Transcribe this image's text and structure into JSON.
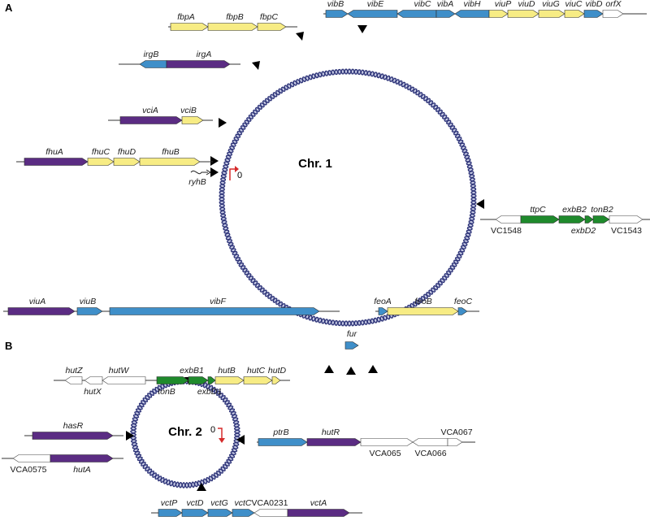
{
  "colors": {
    "purple": "#5b2c83",
    "blue": "#3f8fc9",
    "yellow": "#f7ec84",
    "green": "#1f8a2c",
    "white": "#ffffff",
    "outline": "#444444",
    "dna_dark": "#2e3478",
    "dna_light": "#c9cde6",
    "origin_arrow": "#d52b2b",
    "marker": "#000000"
  },
  "panels": {
    "a": "A",
    "b": "B"
  },
  "chromosomes": {
    "chr1": {
      "label": "Chr. 1",
      "origin_label": "0"
    },
    "chr2": {
      "label": "Chr. 2",
      "origin_label": "0"
    }
  },
  "clusters": [
    {
      "id": "fbp",
      "genes": [
        {
          "name": "fbpA",
          "color": "yellow"
        },
        {
          "name": "fbpB",
          "color": "yellow"
        },
        {
          "name": "fbpC",
          "color": "yellow"
        }
      ]
    },
    {
      "id": "vib",
      "genes": [
        {
          "name": "vibB",
          "color": "blue"
        },
        {
          "name": "vibE",
          "color": "blue"
        },
        {
          "name": "vibC",
          "color": "blue"
        },
        {
          "name": "vibA",
          "color": "blue"
        },
        {
          "name": "vibH",
          "color": "blue"
        },
        {
          "name": "viuP",
          "color": "yellow"
        },
        {
          "name": "viuD",
          "color": "yellow"
        },
        {
          "name": "viuG",
          "color": "yellow"
        },
        {
          "name": "viuC",
          "color": "yellow"
        },
        {
          "name": "vibD",
          "color": "blue"
        },
        {
          "name": "orfX",
          "color": "white"
        }
      ]
    },
    {
      "id": "irg",
      "genes": [
        {
          "name": "irgB",
          "color": "blue"
        },
        {
          "name": "irgA",
          "color": "purple"
        }
      ]
    },
    {
      "id": "vci",
      "genes": [
        {
          "name": "vciA",
          "color": "purple"
        },
        {
          "name": "vciB",
          "color": "yellow"
        }
      ]
    },
    {
      "id": "fhu",
      "genes": [
        {
          "name": "fhuA",
          "color": "purple"
        },
        {
          "name": "fhuC",
          "color": "yellow"
        },
        {
          "name": "fhuD",
          "color": "yellow"
        },
        {
          "name": "fhuB",
          "color": "yellow"
        }
      ]
    },
    {
      "id": "ryhB",
      "genes": [
        {
          "name": "ryhB",
          "color": "none"
        }
      ]
    },
    {
      "id": "ttp",
      "genes": [
        {
          "name": "VC1548",
          "color": "white"
        },
        {
          "name": "ttpC",
          "color": "green"
        },
        {
          "name": "exbB2",
          "color": "green"
        },
        {
          "name": "exbD2",
          "color": "green"
        },
        {
          "name": "tonB2",
          "color": "green"
        },
        {
          "name": "VC1543",
          "color": "white"
        }
      ]
    },
    {
      "id": "viu",
      "genes": [
        {
          "name": "viuA",
          "color": "purple"
        },
        {
          "name": "viuB",
          "color": "blue"
        },
        {
          "name": "vibF",
          "color": "blue"
        }
      ]
    },
    {
      "id": "fur",
      "genes": [
        {
          "name": "fur",
          "color": "blue"
        }
      ]
    },
    {
      "id": "feo",
      "genes": [
        {
          "name": "feoA",
          "color": "blue"
        },
        {
          "name": "feoB",
          "color": "yellow"
        },
        {
          "name": "feoC",
          "color": "blue"
        }
      ]
    },
    {
      "id": "hut",
      "genes": [
        {
          "name": "hutZ",
          "color": "white"
        },
        {
          "name": "hutX",
          "color": "white"
        },
        {
          "name": "hutW",
          "color": "white"
        },
        {
          "name": "tonB",
          "color": "green"
        },
        {
          "name": "exbB1",
          "color": "green"
        },
        {
          "name": "exbD1",
          "color": "green"
        },
        {
          "name": "hutB",
          "color": "yellow"
        },
        {
          "name": "hutC",
          "color": "yellow"
        },
        {
          "name": "hutD",
          "color": "yellow"
        }
      ]
    },
    {
      "id": "has",
      "genes": [
        {
          "name": "hasR",
          "color": "purple"
        }
      ]
    },
    {
      "id": "hutA",
      "genes": [
        {
          "name": "VCA0575",
          "color": "white"
        },
        {
          "name": "hutA",
          "color": "purple"
        }
      ]
    },
    {
      "id": "ptr",
      "genes": [
        {
          "name": "ptrB",
          "color": "blue"
        },
        {
          "name": "hutR",
          "color": "purple"
        },
        {
          "name": "VCA065",
          "color": "white"
        },
        {
          "name": "VCA066",
          "color": "white"
        },
        {
          "name": "VCA067",
          "color": "white"
        }
      ]
    },
    {
      "id": "vct",
      "genes": [
        {
          "name": "vctP",
          "color": "blue"
        },
        {
          "name": "vctD",
          "color": "blue"
        },
        {
          "name": "vctG",
          "color": "blue"
        },
        {
          "name": "vctC",
          "color": "blue"
        },
        {
          "name": "VCA0231",
          "color": "white"
        },
        {
          "name": "vctA",
          "color": "purple"
        }
      ]
    }
  ]
}
